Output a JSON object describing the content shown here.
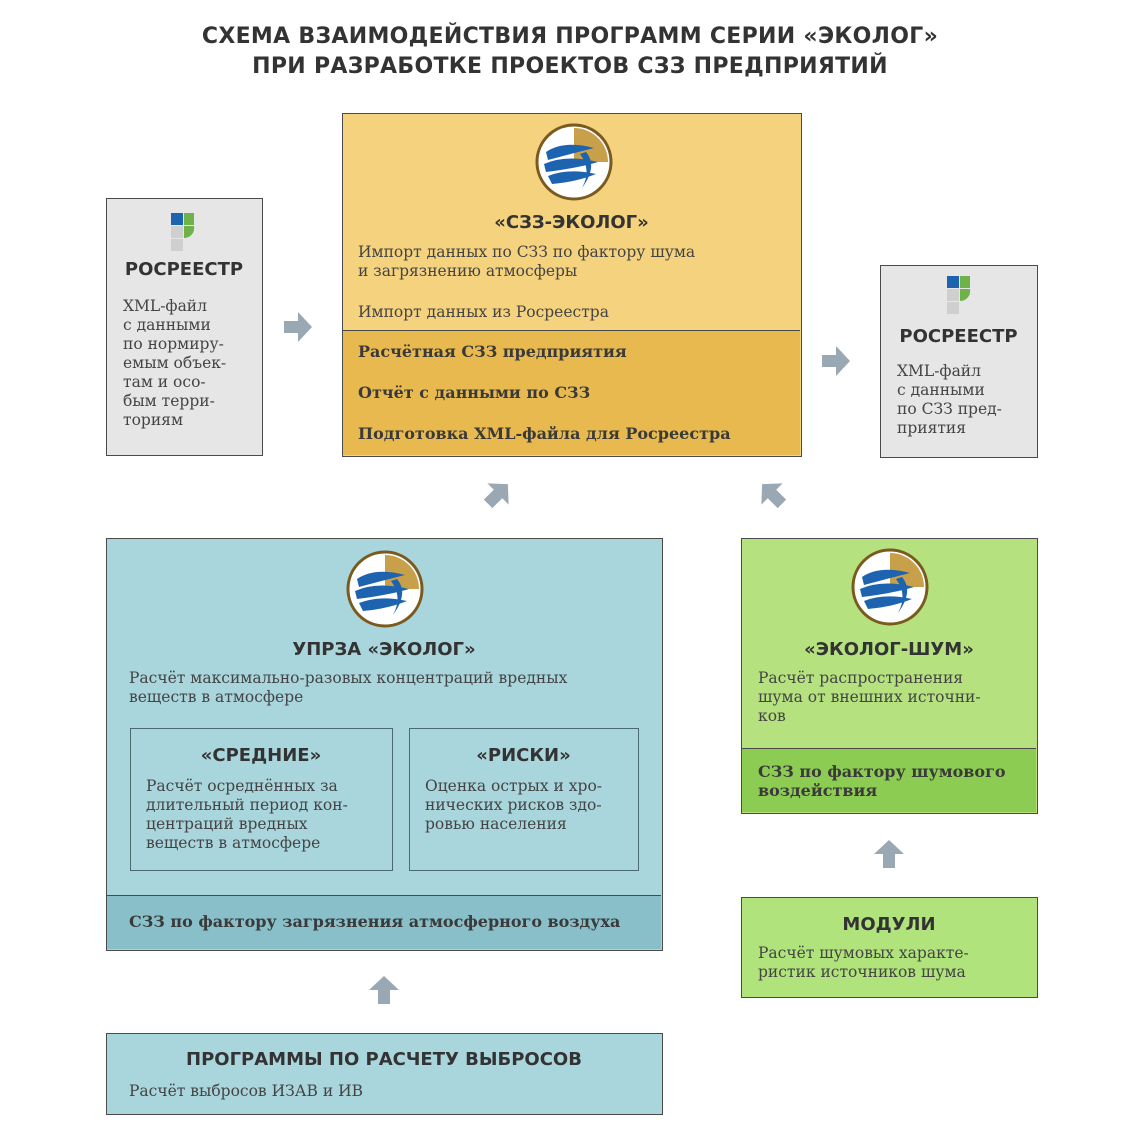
{
  "title": {
    "line1": "СХЕМА ВЗАИМОДЕЙСТВИЯ ПРОГРАММ СЕРИИ «ЭКОЛОГ»",
    "line2": "ПРИ РАЗРАБОТКЕ ПРОЕКТОВ СЗЗ ПРЕДПРИЯТИЙ"
  },
  "rosreestr_left": {
    "heading": "РОСРЕЕСТР",
    "text": "XML-файл\nс данными\nпо нормиру-\nемым объек-\nтам и осо-\nбым терри-\nториям"
  },
  "szz": {
    "heading": "«СЗЗ-ЭКОЛОГ»",
    "text1": "Импорт данных по СЗЗ по фактору шума\nи загрязнению атмосферы",
    "text2": "Импорт данных из Росреестра",
    "rows": [
      "Расчётная СЗЗ предприятия",
      "Отчёт с данными по СЗЗ",
      "Подготовка XML-файла для Росреестра"
    ]
  },
  "rosreestr_right": {
    "heading": "РОСРЕЕСТР",
    "text": "XML-файл\nс данными\nпо СЗЗ пред-\nприятия"
  },
  "uprza": {
    "heading": "УПРЗА «ЭКОЛОГ»",
    "text": "Расчёт максимально-разовых концентраций вредных\nвеществ в атмосфере",
    "footer": "СЗЗ по фактору загрязнения атмосферного воздуха",
    "srednie": {
      "heading": "«СРЕДНИЕ»",
      "text": "Расчёт осреднённых за\nдлительный период кон-\nцентраций вредных\nвеществ в атмосфере"
    },
    "riski": {
      "heading": "«РИСКИ»",
      "text": "Оценка острых и хро-\nнических рисков здо-\nровью населения"
    }
  },
  "shum": {
    "heading": "«ЭКОЛОГ-ШУМ»",
    "text": "Расчёт распространения\nшума от внешних источни-\nков",
    "footer": "СЗЗ по фактору шумового\nвоздействия"
  },
  "moduli": {
    "heading": "МОДУЛИ",
    "text": "Расчёт шумовых характе-\nристик источников шума"
  },
  "programs": {
    "heading": "ПРОГРАММЫ ПО РАСЧЕТУ ВЫБРОСОВ",
    "text": "Расчёт выбросов ИЗАВ и ИВ"
  },
  "colors": {
    "szz_top": "#f4d27e",
    "szz_bottom": "#e7b94f",
    "uprza_bg": "#a9d5dc",
    "uprza_footer": "#88bfc9",
    "shum_top": "#b5e27f",
    "shum_bottom": "#8ccc52",
    "moduli_bg": "#b1e37c",
    "rosreestr_bg": "#e6e6e6",
    "arrow": "#9aa8b3"
  }
}
